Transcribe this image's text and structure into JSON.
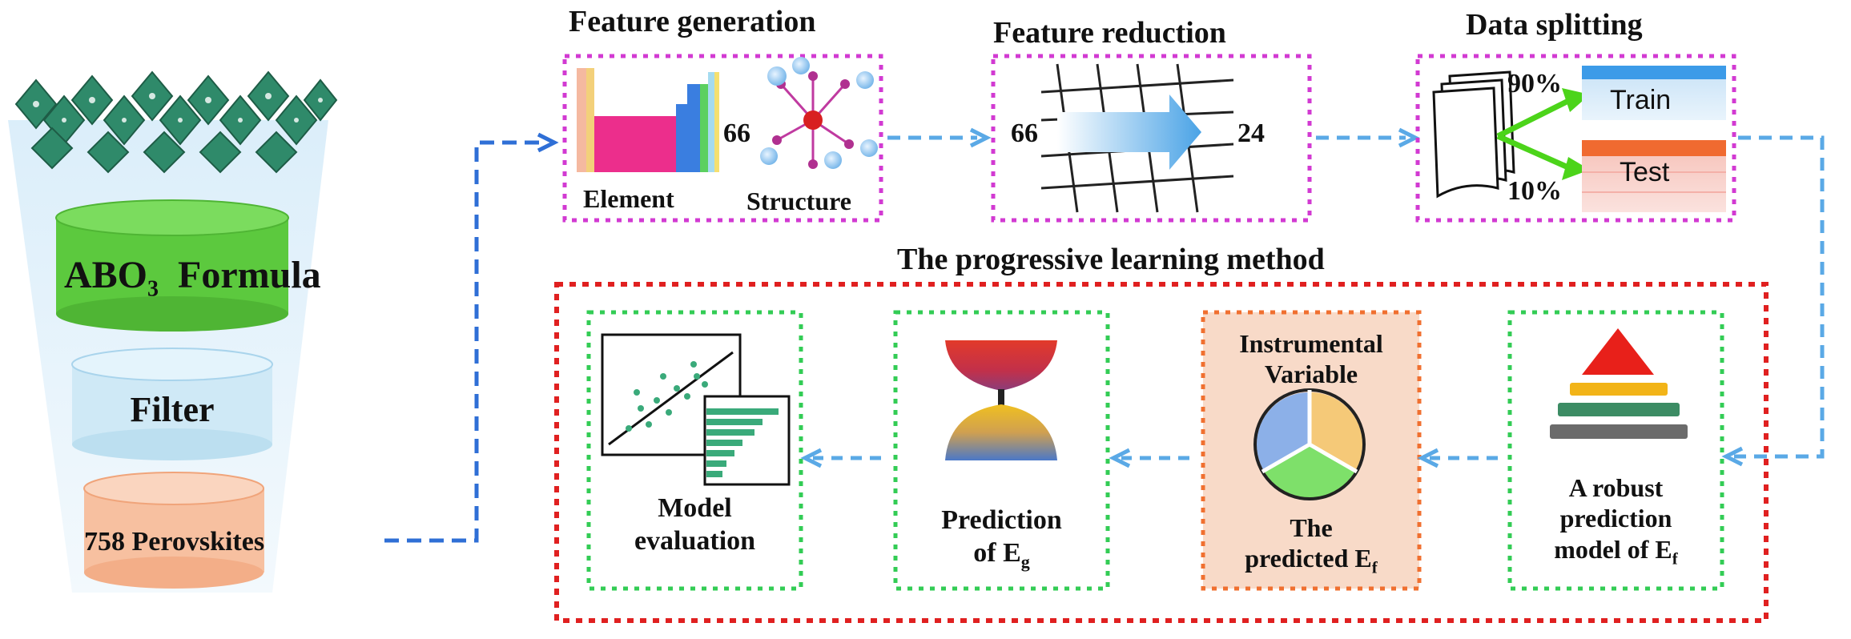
{
  "funnel": {
    "formula_label_pre": "ABO",
    "formula_label_sub": "3",
    "formula_label_post": "Formula",
    "filter_label": "Filter",
    "count_label": "758 Perovskites"
  },
  "feature_generation": {
    "title": "Feature generation",
    "count": "66",
    "element_label": "Element",
    "structure_label": "Structure"
  },
  "feature_reduction": {
    "title": "Feature reduction",
    "from_count": "66",
    "to_count": "24"
  },
  "data_splitting": {
    "title": "Data splitting",
    "train_pct": "90%",
    "test_pct": "10%",
    "train_label": "Train",
    "test_label": "Test"
  },
  "progressive": {
    "title": "The progressive learning method",
    "model_eval_line1": "Model",
    "model_eval_line2": "evaluation",
    "pred_eg_line1": "Prediction",
    "pred_eg_line2": "of E",
    "pred_eg_sub": "g",
    "iv_line1": "Instrumental",
    "iv_line2": "Variable",
    "iv_line3": "The",
    "iv_line4": "predicted E",
    "iv_sub": "f",
    "robust_line1": "A robust",
    "robust_line2": "prediction",
    "robust_line3": "model of E",
    "robust_sub": "f"
  },
  "colors": {
    "blue_arrow": "#5aa9e6",
    "dark_blue_arrow": "#2f6fd6",
    "magenta_border": "#d23ad2",
    "red_border": "#e02020",
    "green_border": "#33cc55",
    "orange_border": "#f07030",
    "cyl_green": "#5cc93e",
    "cyl_blue": "#cfe9f6",
    "cyl_orange": "#f7c0a0",
    "crystal": "#2f8a6a"
  }
}
